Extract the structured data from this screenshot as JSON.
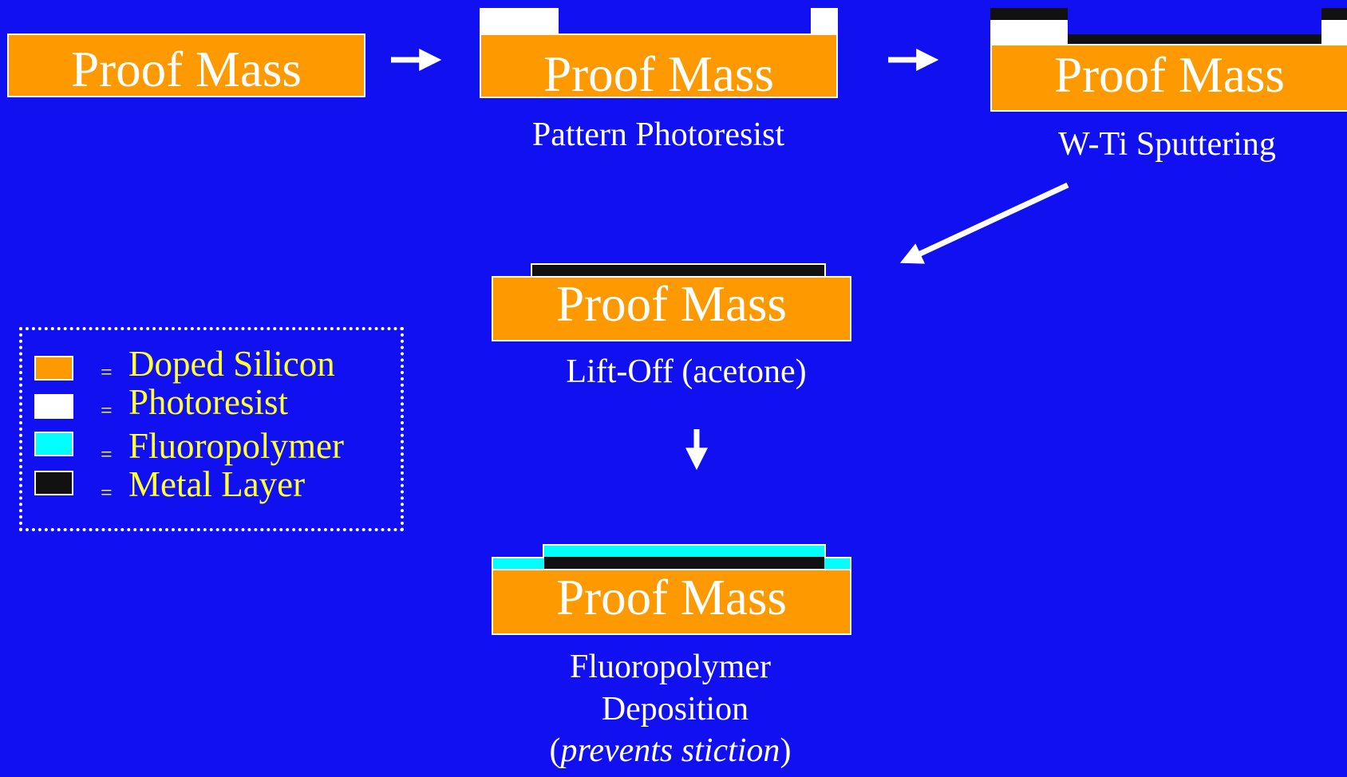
{
  "colors": {
    "background": "#1010F0",
    "doped_silicon": "#FF9900",
    "photoresist": "#FFFFFF",
    "fluoropolymer": "#00FFFF",
    "metal_layer": "#111111",
    "legend_text": "#FFFF33",
    "caption_text": "#FFFFFF"
  },
  "steps": [
    {
      "box_label": "Proof Mass",
      "caption": ""
    },
    {
      "box_label": "Proof Mass",
      "caption": "Pattern Photoresist"
    },
    {
      "box_label": "Proof Mass",
      "caption": "W-Ti Sputtering"
    },
    {
      "box_label": "Proof Mass",
      "caption": "Lift-Off  (acetone)"
    },
    {
      "box_label": "Proof Mass",
      "caption_line1": "Fluoropolymer",
      "caption_line2": "Deposition",
      "caption_open": "(",
      "caption_italic": "prevents stiction",
      "caption_close": ")"
    }
  ],
  "legend": {
    "equals": "=",
    "items": [
      {
        "label": "Doped Silicon",
        "swatch": "doped_silicon"
      },
      {
        "label": "Photoresist",
        "swatch": "photoresist"
      },
      {
        "label": "Fluoropolymer",
        "swatch": "fluoropolymer"
      },
      {
        "label": "Metal Layer",
        "swatch": "metal_layer"
      }
    ]
  },
  "arrows": [
    "step1-to-step2",
    "step2-to-step3",
    "step3-to-step4",
    "step4-to-step5"
  ]
}
